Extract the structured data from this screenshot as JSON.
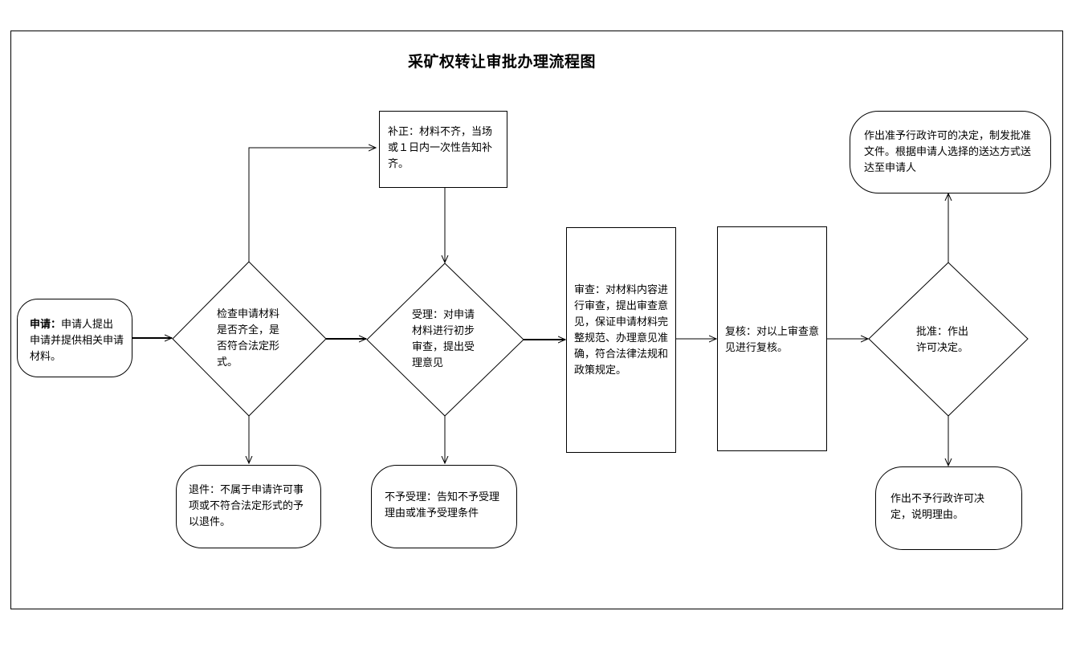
{
  "title": "采矿权转让审批办理流程图",
  "nodes": {
    "apply": {
      "label": "申请：",
      "text": "申请人提出申请并提供相关申请材料。"
    },
    "check": {
      "text": "检查申请材料是否齐全，是否符合法定形式。"
    },
    "supplement": {
      "text": "补正：材料不齐，当场或１日内一次性告知补齐。"
    },
    "accept": {
      "text": "受理：对申请材料进行初步审查，提出受理意见"
    },
    "return": {
      "text": "退件：不属于申请许可事项或不符合法定形式的予以退件。"
    },
    "reject": {
      "text": "不予受理：告知不予受理理由或准予受理条件"
    },
    "review": {
      "text": "审查：对材料内容进行审查，提出审查意见，保证申请材料完整规范、办理意见准确，符合法律法规和政策规定。"
    },
    "recheck": {
      "text": "复核：对以上审查意见进行复核。"
    },
    "approve": {
      "text": "批准：作出许可决定。"
    },
    "grant": {
      "text": "作出准予行政许可的决定，制发批准文件。根据申请人选择的送达方式送达至申请人"
    },
    "deny": {
      "text": "作出不予行政许可决定，说明理由。"
    }
  }
}
